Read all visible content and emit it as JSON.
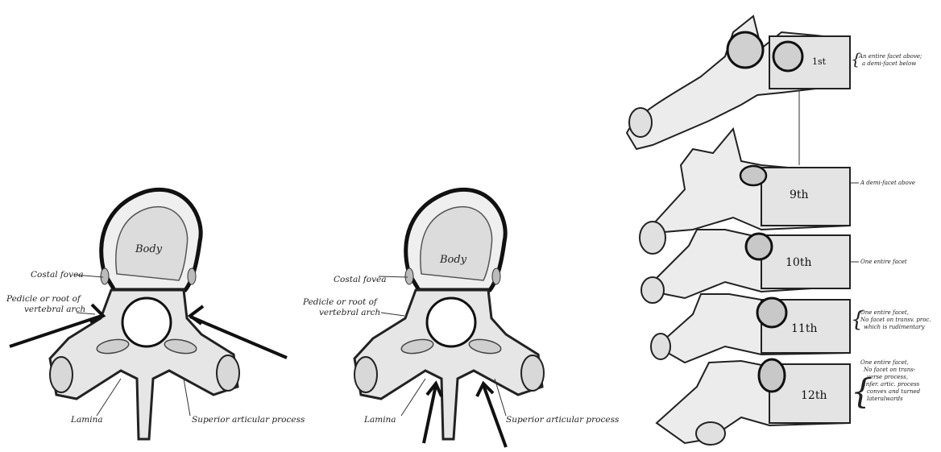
{
  "left_figure": {
    "labels": {
      "body": "Body",
      "costal_fovea": "Costal fovea",
      "pedicle_line1": "Pedicle or root of",
      "pedicle_line2": "vertebral arch",
      "lamina": "Lamina",
      "superior_articular": "Superior articular process"
    }
  },
  "middle_figure": {
    "labels": {
      "body": "Body",
      "costal_fovea": "Costal fovea",
      "pedicle_line1": "Pedicle or root of",
      "pedicle_line2": "vertebral arch",
      "lamina": "Lamina",
      "superior_articular": "Superior articular process"
    }
  },
  "right_figure": {
    "vertebrae": {
      "first": "1st",
      "ninth": "9th",
      "tenth": "10th",
      "eleventh": "11th",
      "twelfth": "12th"
    },
    "annotations": {
      "first_a": "An entire facet above;",
      "first_b": "a demi-facet below",
      "ninth": "A demi-facet above",
      "tenth": "One entire facet",
      "eleventh_a": "One entire facet,",
      "eleventh_b": "No facet on transv. proc.",
      "eleventh_c": "which is rudimentary",
      "twelfth_a": "One entire facet,",
      "twelfth_b": "No facet on trans-",
      "twelfth_c": "verse process,",
      "twelfth_d": "Infer. artic. process",
      "twelfth_e": "convex and turned",
      "twelfth_f": "lateralwards"
    }
  }
}
